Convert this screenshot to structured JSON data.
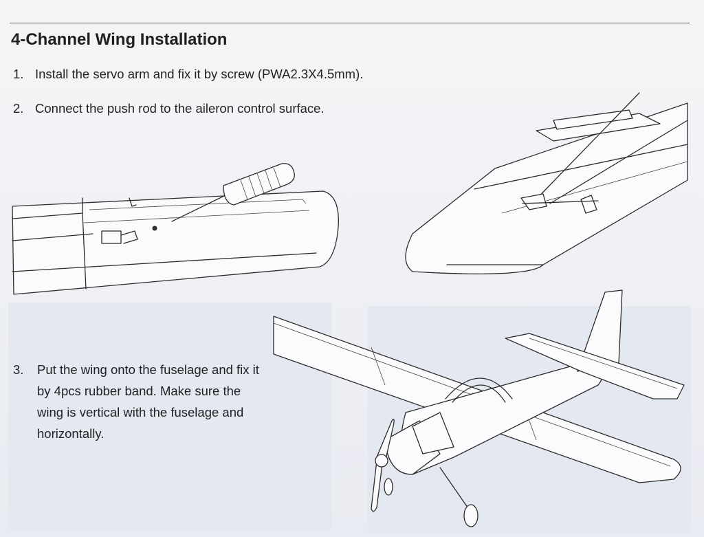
{
  "section": {
    "title": "4-Channel Wing Installation"
  },
  "steps": [
    {
      "number": "1.",
      "text": "Install the servo arm and fix it by screw (PWA2.3X4.5mm)."
    },
    {
      "number": "2.",
      "text": "Connect the push rod to the aileron control surface."
    },
    {
      "number": "3.",
      "text": "Put the wing onto the fuselage and fix it by 4pcs rubber band. Make sure the wing is vertical with the fuselage and horizontally."
    }
  ],
  "illustrations": [
    {
      "name": "wing-servo-screwdriver-illustration",
      "icon": "screwdriver-icon"
    },
    {
      "name": "aileron-pushrod-illustration",
      "icon": "pushrod-icon"
    },
    {
      "name": "airplane-assembled-illustration",
      "icon": "airplane-icon"
    }
  ]
}
